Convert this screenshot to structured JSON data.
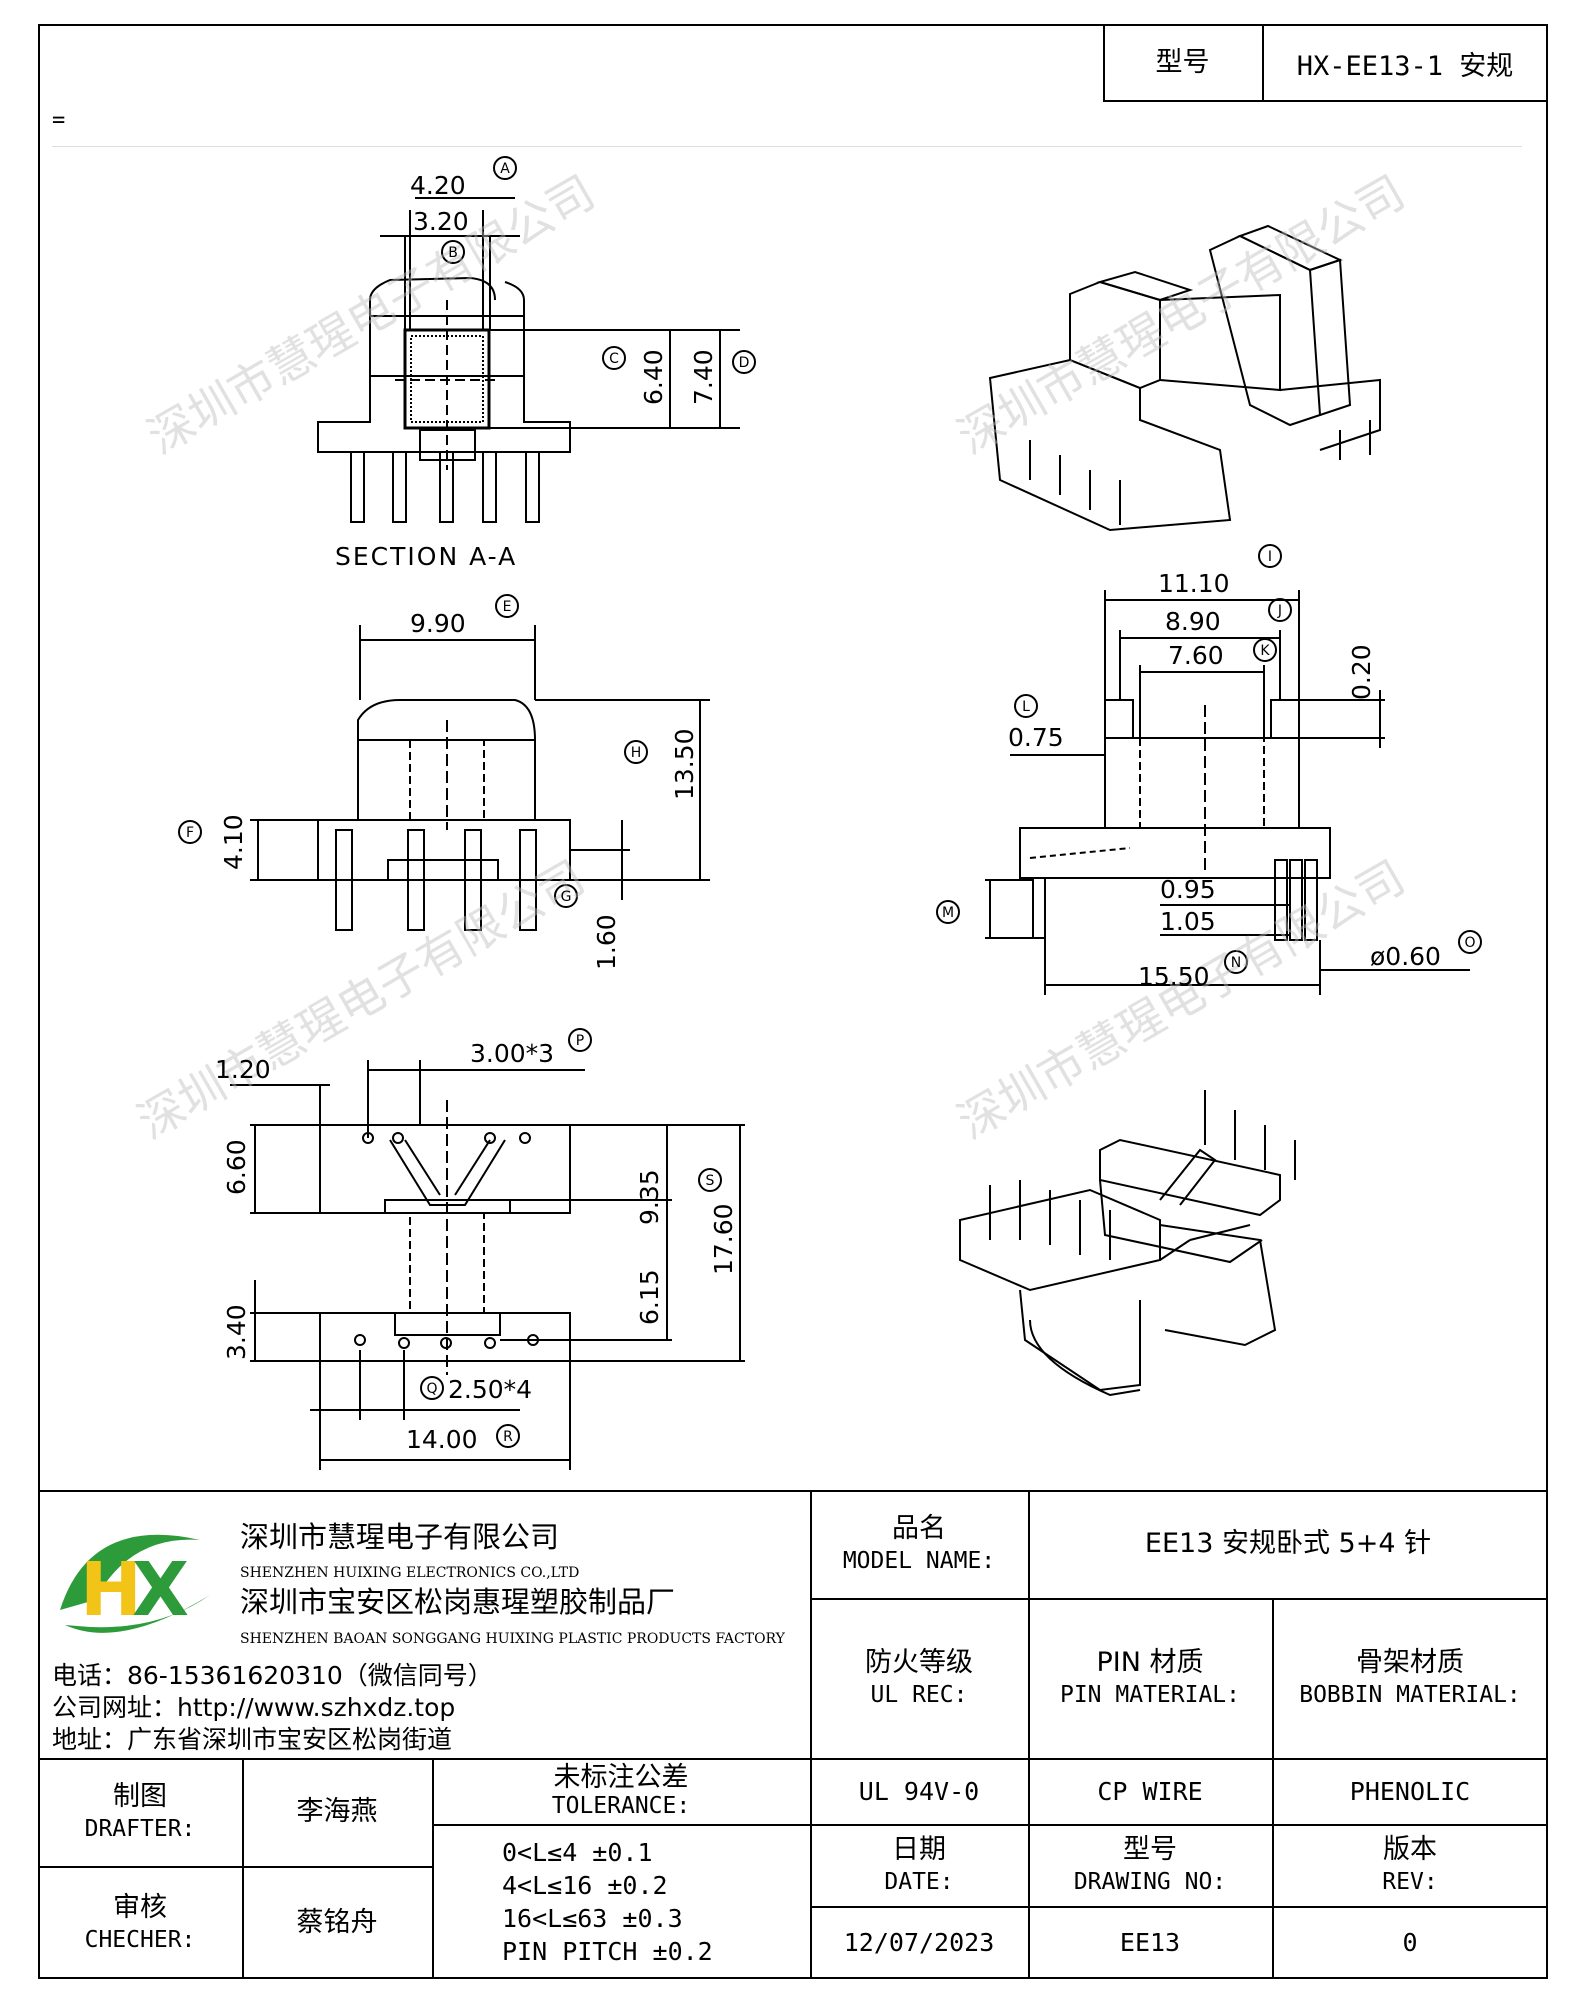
{
  "header": {
    "model_label": "型号",
    "model_value": "HX-EE13-1 安规",
    "eq_mark": "="
  },
  "watermark": "深圳市慧瑆电子有限公司",
  "drawing": {
    "section_label": "SECTION A-A",
    "dims": {
      "A": "4.20",
      "B": "3.20",
      "C": "6.40",
      "D": "7.40",
      "E": "9.90",
      "F": "4.10",
      "G": "1.60",
      "H": "13.50",
      "I": "11.10",
      "J": "8.90",
      "K": "7.60",
      "L": "0.75",
      "top_right": "0.20",
      "M_a": "0.95",
      "M_b": "1.05",
      "N": "15.50",
      "O": "ø0.60",
      "P": "3.00*3",
      "P_side": "1.20",
      "S_top": "6.60",
      "S_mid": "9.35",
      "S_total": "17.60",
      "S_low": "6.15",
      "S_bot": "3.40",
      "Q": "2.50*4",
      "R": "14.00"
    },
    "letters": {
      "A": "A",
      "B": "B",
      "C": "C",
      "D": "D",
      "E": "E",
      "F": "F",
      "G": "G",
      "H": "H",
      "I": "I",
      "J": "J",
      "K": "K",
      "L": "L",
      "M": "M",
      "N": "N",
      "O": "O",
      "P": "P",
      "Q": "Q",
      "R": "R",
      "S": "S"
    }
  },
  "company": {
    "name_cn": "深圳市慧瑆电子有限公司",
    "name_en": "SHENZHEN HUIXING ELECTRONICS CO.,LTD",
    "factory_cn": "深圳市宝安区松岗惠瑆塑胶制品厂",
    "factory_en": "SHENZHEN BAOAN SONGGANG HUIXING PLASTIC PRODUCTS FACTORY",
    "phone": "电话：86-15361620310（微信同号）",
    "website": "公司网址：http://www.szhxdz.top",
    "address": "地址：广东省深圳市宝安区松岗街道",
    "logo_text": "HX",
    "colors": {
      "green": "#2e9b3a",
      "yellow": "#f2c418"
    }
  },
  "titleblock": {
    "model_name_cn": "品名",
    "model_name_en": "MODEL NAME:",
    "model_name_value": "EE13 安规卧式 5+4 针",
    "ul_cn": "防火等级",
    "ul_en": "UL REC:",
    "pin_cn": "PIN 材质",
    "pin_en": "PIN MATERIAL:",
    "bobbin_cn": "骨架材质",
    "bobbin_en": "BOBBIN MATERIAL:",
    "ul_value": "UL 94V-0",
    "pin_value": "CP WIRE",
    "bobbin_value": "PHENOLIC",
    "drafter_cn": "制图",
    "drafter_en": "DRAFTER:",
    "drafter_name": "李海燕",
    "checker_cn": "审核",
    "checker_en": "CHECHER:",
    "checker_name": "蔡铭舟",
    "tolerance_cn": "未标注公差",
    "tolerance_en": "TOLERANCE:",
    "tolerance_lines": [
      "0<L≤4  ±0.1",
      "4<L≤16 ±0.2",
      "16<L≤63 ±0.3",
      "PIN PITCH ±0.2"
    ],
    "date_cn": "日期",
    "date_en": "DATE:",
    "drawing_no_cn": "型号",
    "drawing_no_en": "DRAWING NO:",
    "rev_cn": "版本",
    "rev_en": "REV:",
    "date_value": "12/07/2023",
    "drawing_no_value": "EE13",
    "rev_value": "0"
  }
}
